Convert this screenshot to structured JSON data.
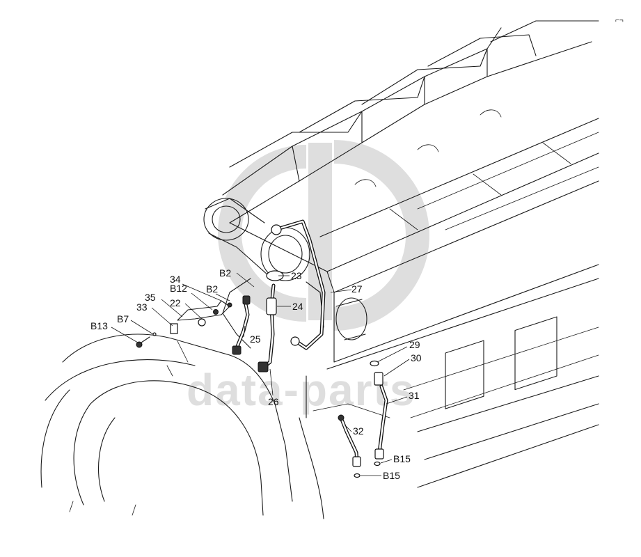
{
  "watermark": {
    "text": "data-parts"
  },
  "corner_mark": "⌐¬",
  "callouts": {
    "c23": "23",
    "c24": "24",
    "c25": "25",
    "c26": "26",
    "c27": "27",
    "c29": "29",
    "c30": "30",
    "c31": "31",
    "c32": "32",
    "c22": "22",
    "c33": "33",
    "c34": "34",
    "c35": "35",
    "b2a": "B2",
    "b2b": "B2",
    "b12": "B12",
    "b7": "B7",
    "b13": "B13",
    "b15a": "B15",
    "b15b": "B15"
  }
}
